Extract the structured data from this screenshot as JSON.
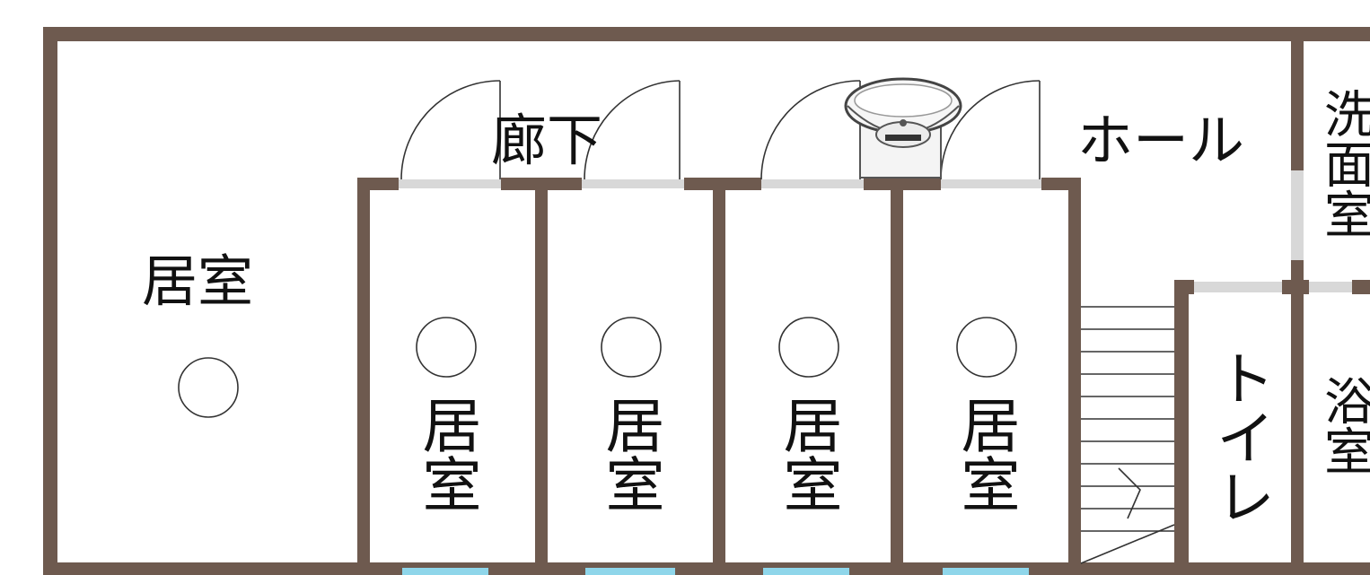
{
  "rooms": {
    "living_left": "居室",
    "hallway": "廊下",
    "hall": "ホール",
    "washroom": "洗面室",
    "toilet": "トイレ",
    "bathroom": "浴室",
    "room_1": "居室",
    "room_2": "居室",
    "room_3": "居室",
    "room_4": "居室"
  },
  "markers": {
    "symbol": "circle",
    "count": 5
  },
  "icons": {
    "smoke_detector": "smoke-detector-icon"
  },
  "colors": {
    "wall": "#6e5a4f",
    "window": "#8fd6ea",
    "opening": "#d8d8d8"
  }
}
